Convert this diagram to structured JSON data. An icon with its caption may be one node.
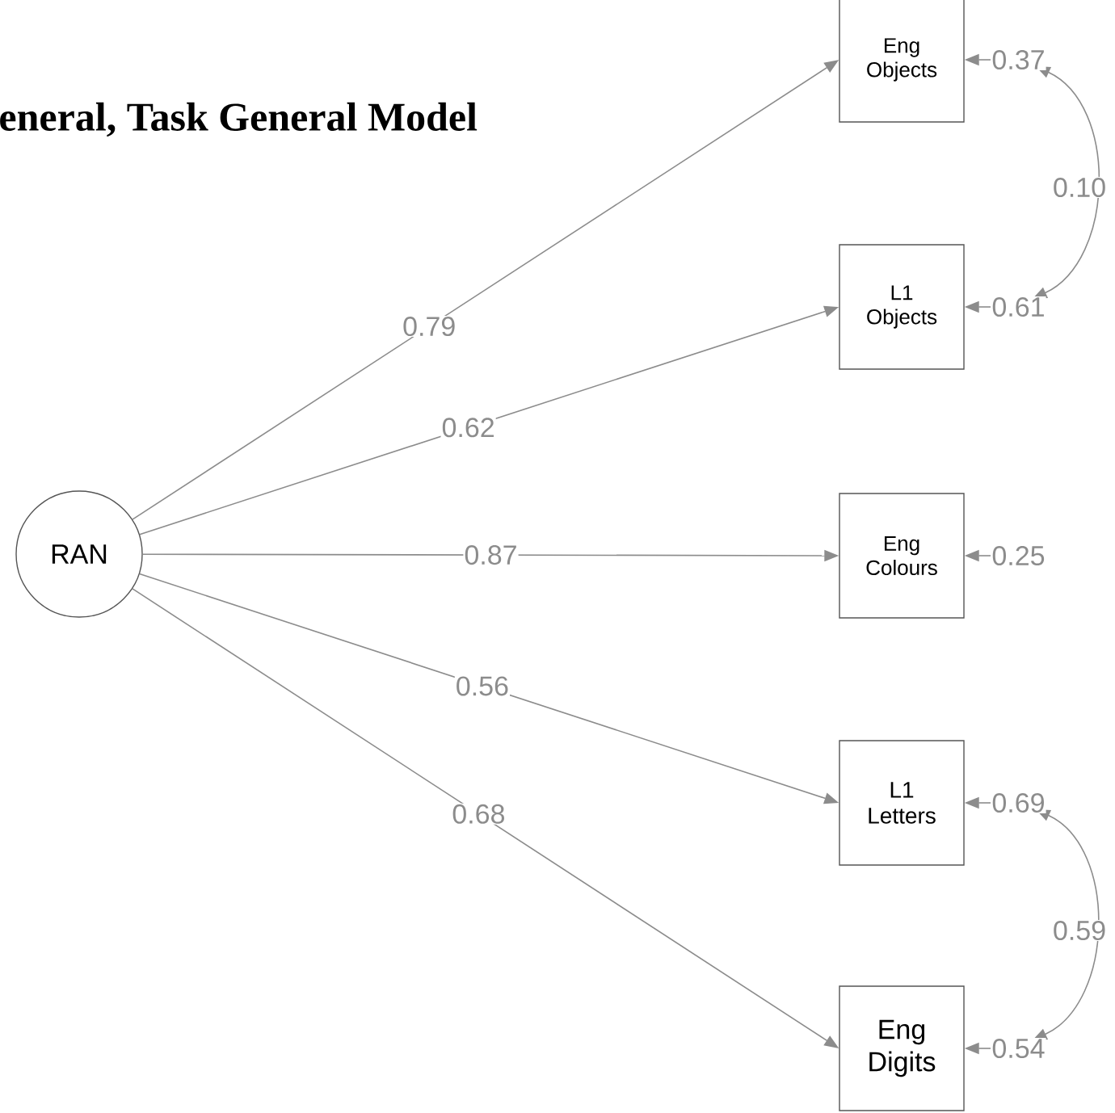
{
  "diagram": {
    "title": "eneral, Task General Model",
    "nodes": [
      {
        "text": [
          "RAN"
        ]
      },
      {
        "text": [
          "Eng Objects"
        ]
      },
      {
        "text": [
          "L1 Objects"
        ]
      },
      {
        "text": [
          "Eng Colours"
        ]
      },
      {
        "text": [
          "L1 Letters"
        ]
      },
      {
        "text": [
          "Eng Digits"
        ]
      }
    ],
    "edges": [
      {
        "from": 0,
        "to": 1,
        "arrow": "to",
        "label": "0.79"
      },
      {
        "from": 0,
        "to": 2,
        "arrow": "to",
        "label": "0.62"
      },
      {
        "from": 0,
        "to": 3,
        "arrow": "to",
        "label": "0.87"
      },
      {
        "from": 0,
        "to": 4,
        "arrow": "to",
        "label": "0.56"
      },
      {
        "from": 0,
        "to": 5,
        "arrow": "to",
        "label": "0.68"
      },
      {
        "from": null,
        "to": 1,
        "arrow": "to",
        "label": "0.37"
      },
      {
        "from": null,
        "to": 2,
        "arrow": "to",
        "label": "0.61"
      },
      {
        "from": null,
        "to": 3,
        "arrow": "to",
        "label": "0.25"
      },
      {
        "from": null,
        "to": 4,
        "arrow": "to",
        "label": "0.69"
      },
      {
        "from": null,
        "to": 5,
        "arrow": "to",
        "label": "0.54"
      },
      {
        "from": 1,
        "to": 2,
        "arrow": "both",
        "label": "0.10"
      },
      {
        "from": 4,
        "to": 5,
        "arrow": "both",
        "label": "0.59"
      }
    ]
  }
}
